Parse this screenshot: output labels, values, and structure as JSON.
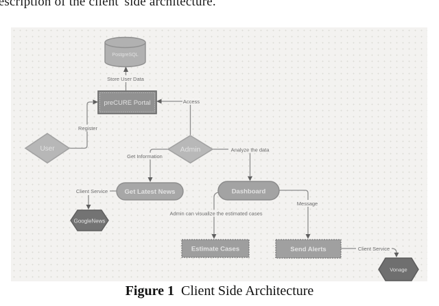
{
  "context": {
    "top_text": "description of the client' side architecture.",
    "caption": {
      "prefix": "Figure 1",
      "title": "Client Side Architecture"
    }
  },
  "diagram": {
    "nodes": {
      "postgresql": "PostgreSQL",
      "portal": "preCURE Portal",
      "user": "User",
      "admin": "Admin",
      "news": "Get Latest News",
      "dashboard": "Dashboard",
      "googlenews": "GoogleNews",
      "estimate": "Estimate Cases",
      "alerts": "Send Alerts",
      "vonage": "Vonage"
    },
    "edges": {
      "store": "Store User Data",
      "register": "Register",
      "access": "Access",
      "analyze": "Analyze the data",
      "getinfo": "Get Information",
      "cs_news": "Client Service",
      "visualize": "Admin can visualize the estimated cases",
      "message": "Message",
      "cs_vonage": "Client Service"
    },
    "colors": {
      "canvas_bg": "#f3f2f0",
      "node_gray": "#a5a5a5",
      "node_dark_gray": "#717171",
      "portal_gray": "#919191",
      "diamond_gray": "#b7b7b7",
      "line_gray": "#8c8c8c",
      "arrow_gray": "#5f5f5f",
      "edge_label_gray": "#6a6a6a"
    }
  }
}
